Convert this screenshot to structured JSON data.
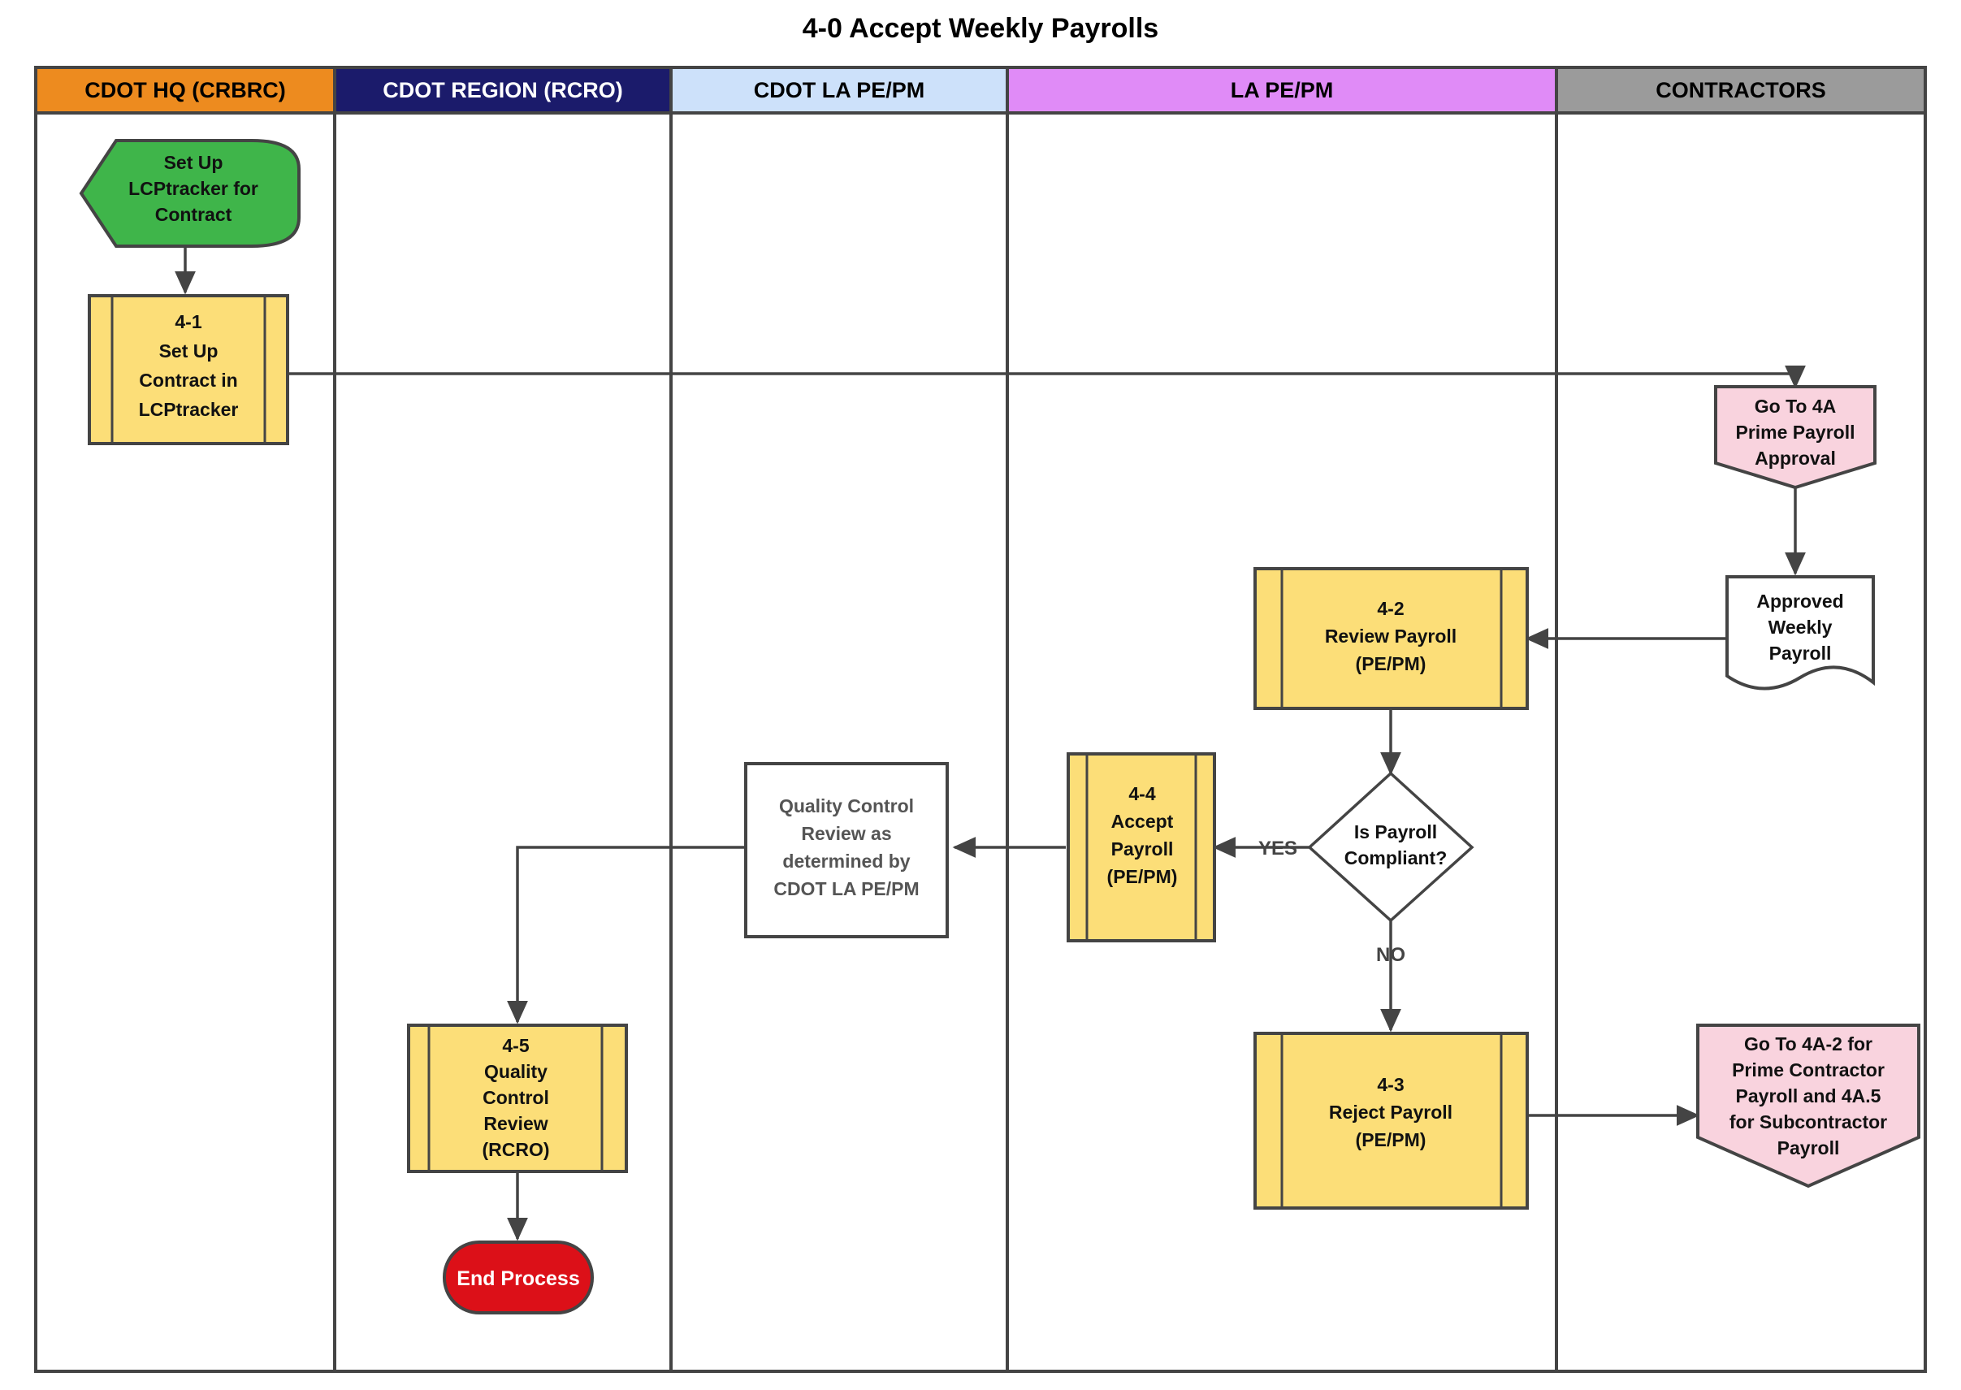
{
  "title": "4-0 Accept Weekly Payrolls",
  "colors": {
    "lane_hq": "#ED8B1F",
    "lane_region": "#1B1B6B",
    "lane_cdot_la": "#CDE1FA",
    "lane_la": "#E08BF7",
    "lane_contractors": "#9B9B9B",
    "process_fill": "#FCDE78",
    "start_fill": "#3FB54A",
    "end_fill": "#DC1018",
    "offpage_fill": "#F9D3DE",
    "doc_fill": "#FFFFFF",
    "stroke": "#444444",
    "text": "#111111",
    "gray_text": "#555555"
  },
  "lanes": [
    {
      "id": "hq",
      "label": "CDOT HQ (CRBRC)",
      "text_color": "#000000"
    },
    {
      "id": "region",
      "label": "CDOT REGION (RCRO)",
      "text_color": "#FFFFFF"
    },
    {
      "id": "cdot_la",
      "label": "CDOT LA PE/PM",
      "text_color": "#000000"
    },
    {
      "id": "la",
      "label": "LA PE/PM",
      "text_color": "#000000"
    },
    {
      "id": "contractors",
      "label": "CONTRACTORS",
      "text_color": "#000000"
    }
  ],
  "nodes": [
    {
      "id": "start",
      "shape": "start-pentagon",
      "lane": "hq",
      "lines": [
        "Set Up",
        "LCPtracker for",
        "Contract"
      ]
    },
    {
      "id": "n41",
      "shape": "predefined-process",
      "lane": "hq",
      "lines": [
        "4-1",
        "Set Up",
        "Contract in",
        "LCPtracker"
      ]
    },
    {
      "id": "goto4a",
      "shape": "offpage-connector",
      "lane": "contractors",
      "lines": [
        "Go To 4A",
        "Prime Payroll",
        "Approval"
      ]
    },
    {
      "id": "approved",
      "shape": "document",
      "lane": "contractors",
      "lines": [
        "Approved",
        "Weekly",
        "Payroll"
      ]
    },
    {
      "id": "n42",
      "shape": "predefined-process",
      "lane": "la",
      "lines": [
        "4-2",
        "Review Payroll",
        "(PE/PM)"
      ]
    },
    {
      "id": "decision",
      "shape": "decision-diamond",
      "lane": "la",
      "lines": [
        "Is Payroll",
        "Compliant?"
      ]
    },
    {
      "id": "n44",
      "shape": "predefined-process",
      "lane": "la",
      "lines": [
        "4-4",
        "Accept",
        "Payroll",
        "(PE/PM)"
      ]
    },
    {
      "id": "qcnote",
      "shape": "plain-box",
      "lane": "cdot_la",
      "lines": [
        "Quality Control",
        "Review as",
        "determined by",
        "CDOT LA PE/PM"
      ]
    },
    {
      "id": "n45",
      "shape": "predefined-process",
      "lane": "region",
      "lines": [
        "4-5",
        "Quality",
        "Control",
        "Review",
        "(RCRO)"
      ]
    },
    {
      "id": "end",
      "shape": "terminator",
      "lane": "region",
      "lines": [
        "End Process"
      ]
    },
    {
      "id": "n43",
      "shape": "predefined-process",
      "lane": "la",
      "lines": [
        "4-3",
        "Reject Payroll",
        "(PE/PM)"
      ]
    },
    {
      "id": "goto4a2",
      "shape": "offpage-connector",
      "lane": "contractors",
      "lines": [
        "Go To 4A-2 for",
        "Prime Contractor",
        "Payroll and 4A.5",
        "for Subcontractor",
        "Payroll"
      ]
    }
  ],
  "edges": [
    {
      "from": "start",
      "to": "n41",
      "label": ""
    },
    {
      "from": "n41",
      "to": "goto4a",
      "label": ""
    },
    {
      "from": "goto4a",
      "to": "approved",
      "label": ""
    },
    {
      "from": "approved",
      "to": "n42",
      "label": ""
    },
    {
      "from": "n42",
      "to": "decision",
      "label": ""
    },
    {
      "from": "decision",
      "to": "n44",
      "label": "YES"
    },
    {
      "from": "decision",
      "to": "n43",
      "label": "NO"
    },
    {
      "from": "n44",
      "to": "qcnote",
      "label": ""
    },
    {
      "from": "qcnote",
      "to": "n45",
      "label": ""
    },
    {
      "from": "n45",
      "to": "end",
      "label": ""
    },
    {
      "from": "n43",
      "to": "goto4a2",
      "label": ""
    }
  ],
  "edge_labels": {
    "yes": "YES",
    "no": "NO"
  }
}
